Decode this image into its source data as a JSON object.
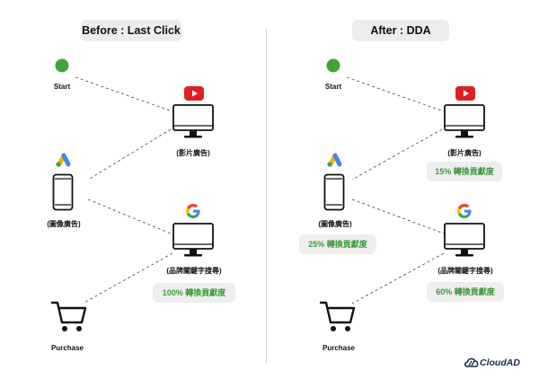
{
  "panels": {
    "before": {
      "title": "Before : Last Click",
      "start_label": "Start",
      "phone_label": "(圖像廣告)",
      "monitor_top_label": "(影片廣告)",
      "monitor_bottom_label": "(品牌關鍵字搜尋)",
      "purchase_label": "Purchase",
      "badge_bottom": "100% 轉換貢獻度"
    },
    "after": {
      "title": "After : DDA",
      "start_label": "Start",
      "phone_label": "(圖像廣告)",
      "monitor_top_label": "(影片廣告)",
      "monitor_bottom_label": "(品牌關鍵字搜尋)",
      "purchase_label": "Purchase",
      "badge_top": "15% 轉換貢獻度",
      "badge_phone": "25% 轉換貢獻度",
      "badge_bottom": "60% 轉換貢獻度"
    }
  },
  "brand": {
    "name": "CloudAD"
  },
  "colors": {
    "start_dot": "#3fa535",
    "youtube_red": "#e02020",
    "badge_text": "#3c9a3c",
    "pill_bg": "#ececec"
  },
  "icons": [
    "start-dot-icon",
    "youtube-icon",
    "monitor-icon",
    "google-ads-icon",
    "phone-icon",
    "google-icon",
    "cart-icon",
    "cloudad-logo-icon"
  ]
}
